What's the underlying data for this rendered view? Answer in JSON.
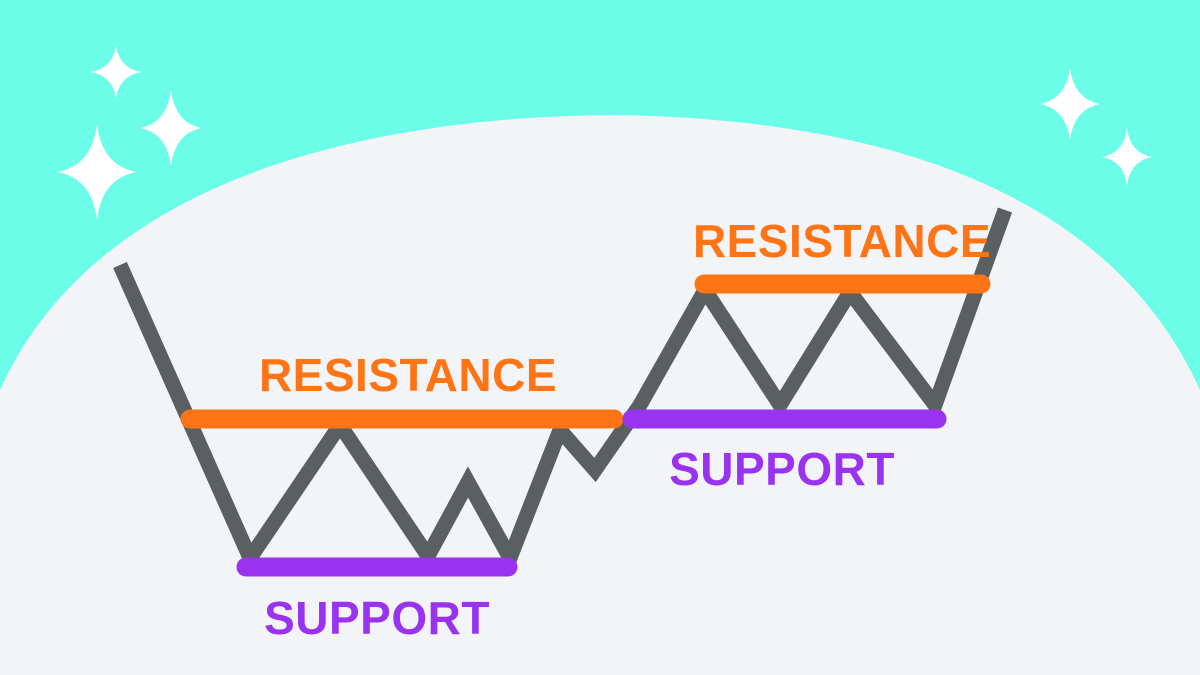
{
  "labels": {
    "resistance_1": "RESISTANCE",
    "support_1": "SUPPORT",
    "resistance_2": "RESISTANCE",
    "support_2": "SUPPORT"
  },
  "colors": {
    "background": "#6cfde8",
    "panel": "#f3f4f8",
    "price_line": "#5a5f5f",
    "resistance": "#ff7415",
    "support": "#9933f0",
    "sparkle": "#ffffff"
  },
  "icons": [
    "sparkle-icon"
  ]
}
